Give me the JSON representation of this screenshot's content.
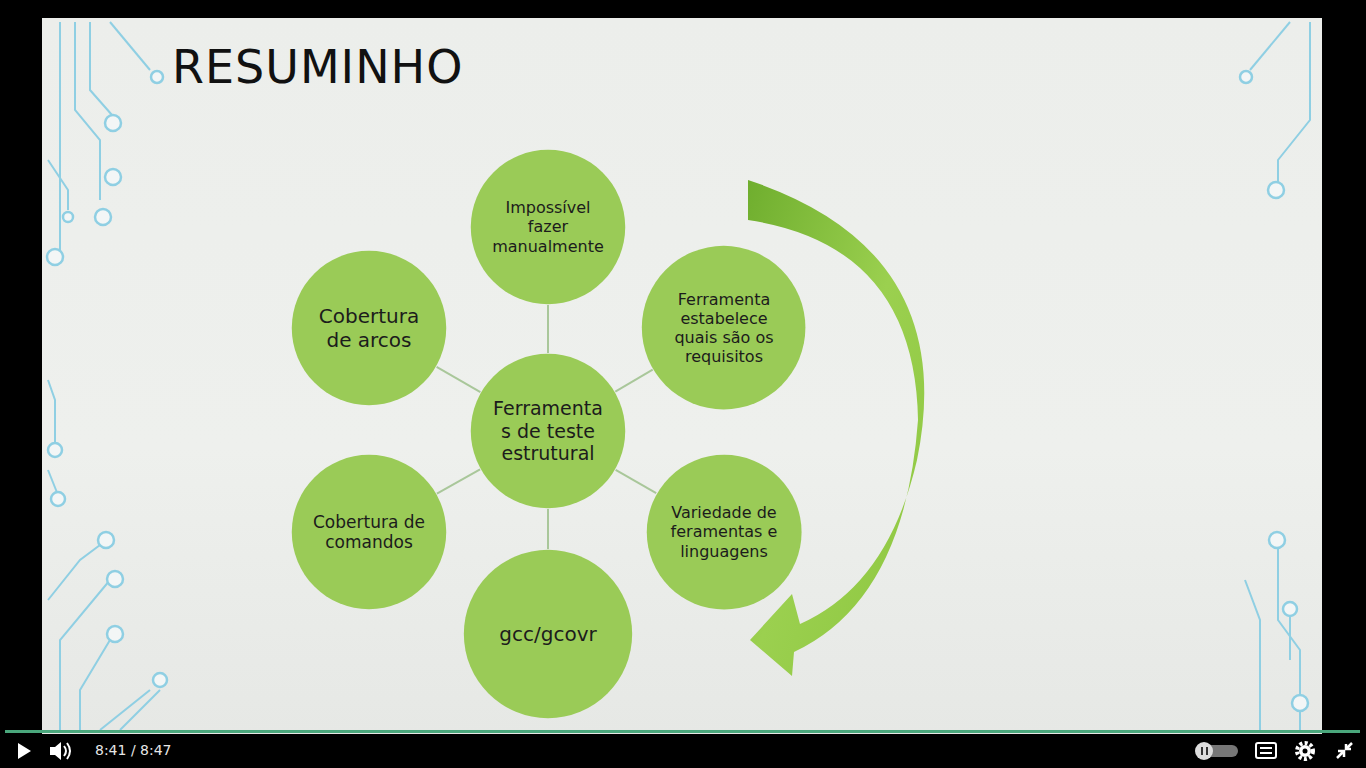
{
  "diagram": {
    "title": "RESUMINHO",
    "nodes": [
      {
        "text": [
          "Impossível fazer manualmente"
        ]
      },
      {
        "text": [
          "Cobertura de arcos"
        ]
      },
      {
        "text": [
          "Ferramenta estabelece quais são os requisitos"
        ]
      },
      {
        "text": [
          "Ferramentas de teste estrutural"
        ]
      },
      {
        "text": [
          "Cobertura de comandos"
        ]
      },
      {
        "text": [
          "Variedade de feramentas e linguagens"
        ]
      },
      {
        "text": [
          "gcc/gcovr"
        ]
      }
    ],
    "edges": [
      {
        "from": 3,
        "to": 0,
        "arrow": "none"
      },
      {
        "from": 3,
        "to": 1,
        "arrow": "none"
      },
      {
        "from": 3,
        "to": 2,
        "arrow": "none"
      },
      {
        "from": 3,
        "to": 4,
        "arrow": "none"
      },
      {
        "from": 3,
        "to": 5,
        "arrow": "none"
      },
      {
        "from": 3,
        "to": 6,
        "arrow": "none"
      }
    ],
    "labels": [
      "8:41 / 8:47"
    ]
  }
}
